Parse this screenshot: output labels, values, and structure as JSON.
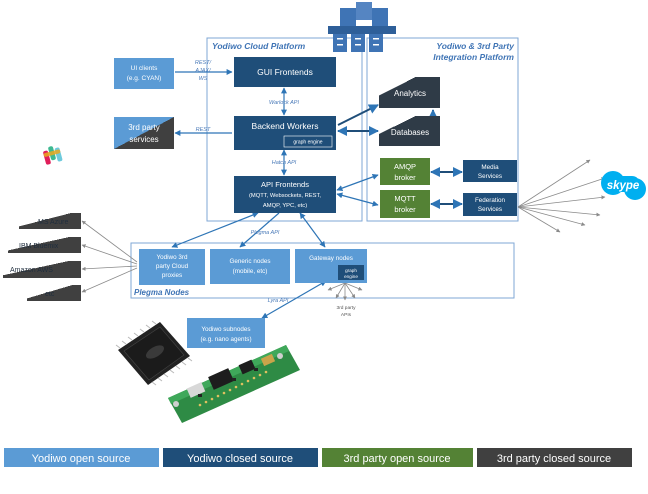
{
  "regions": {
    "cloud": "Yodiwo Cloud Platform",
    "integration": [
      "Yodiwo & 3rd Party",
      "Integration Platform"
    ],
    "plegma": "Plegma Nodes"
  },
  "nodes": {
    "ui_clients": [
      "UI clients",
      "(e.g. CYAN)"
    ],
    "third_party_services": [
      "3rd party",
      "services"
    ],
    "gui_frontends": "GUI Frontends",
    "backend_workers": "Backend Workers",
    "backend_graph_engine": "graph engine",
    "api_frontends": [
      "API Frontends",
      "(MQTT, Websockets, REST,",
      "AMQP, YPC, etc)"
    ],
    "analytics": "Analytics",
    "databases": "Databases",
    "amqp_broker": [
      "AMQP",
      "broker"
    ],
    "mqtt_broker": [
      "MQTT",
      "broker"
    ],
    "media_services": [
      "Media",
      "Services"
    ],
    "federation_services": [
      "Federation",
      "Services"
    ],
    "cloud_proxies": [
      "Yodiwo 3rd",
      "party Cloud",
      "proxies"
    ],
    "generic_nodes": [
      "Generic nodes",
      "(mobile, etc)"
    ],
    "gateway_nodes": "Gateway nodes",
    "gateway_graph_engine": [
      "graph",
      "engine"
    ],
    "subnodes": [
      "Yodiwo subnodes",
      "(e.g. nano agents)"
    ],
    "ms_azure": "MS Azure",
    "ibm_bluemix": "IBM Bluemix",
    "amazon_aws": "Amazon AWS",
    "etc": "etc",
    "skype_logo": "skype"
  },
  "api_labels": {
    "rest_ajax_ws": [
      "REST/",
      "AJAX/",
      "WS"
    ],
    "rest": "REST",
    "warlock": "Warlock API",
    "hatch": "Hatch API",
    "plegma": "Plegma API",
    "lyra": "Lyra API",
    "third_party_apis": [
      "3rd party",
      "APIs"
    ]
  },
  "legend": [
    {
      "label": "Yodiwo open source",
      "color": "#5b9bd5"
    },
    {
      "label": "Yodiwo closed source",
      "color": "#1f4e79"
    },
    {
      "label": "3rd party open source",
      "color": "#548235"
    },
    {
      "label": "3rd party closed source",
      "color": "#404040"
    }
  ],
  "icons": [
    "server-cluster-icon",
    "slack-logo-icon",
    "circuit-board-image",
    "microchip-image"
  ],
  "colors": {
    "yodiwo_open": "#5b9bd5",
    "yodiwo_closed": "#1f4e79",
    "third_party_open": "#548235",
    "third_party_closed": "#404040",
    "region_border": "#7fa7d6",
    "arrow": "#2e75b6"
  }
}
